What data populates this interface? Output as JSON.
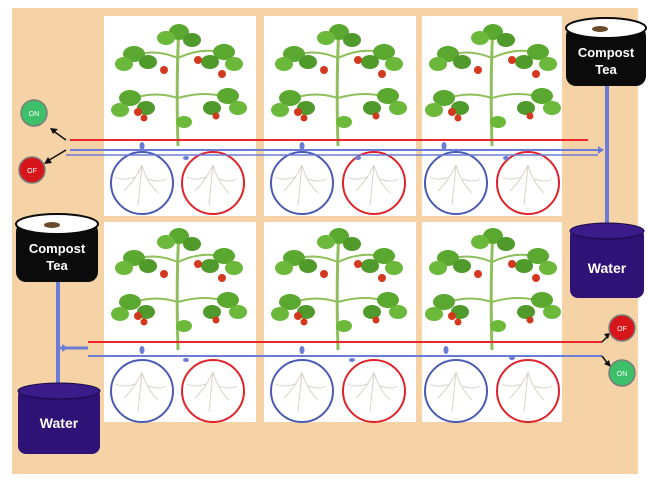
{
  "tanks": [
    {
      "id": "top-right-compost",
      "label_line1": "Compost",
      "label_line2": "Tea",
      "color": "#0b0b0b"
    },
    {
      "id": "top-right-water",
      "label": "Water",
      "color": "#2e1275"
    },
    {
      "id": "left-compost",
      "label_line1": "Compost",
      "label_line2": "Tea",
      "color": "#0b0b0b"
    },
    {
      "id": "left-water",
      "label": "Water",
      "color": "#2e1275"
    }
  ],
  "switches": {
    "upper_on": {
      "label": "ON",
      "color": "#3ec06a"
    },
    "upper_off": {
      "label": "OF",
      "color": "#d6161b"
    },
    "lower_off": {
      "label": "OF",
      "color": "#d6161b"
    },
    "lower_on": {
      "label": "ON",
      "color": "#3ec06a"
    }
  },
  "colors": {
    "background": "#f6d3a6",
    "compost_line": "#e8262b",
    "water_line": "#6c7bd6",
    "water_root_zone": "#4a5bb3",
    "compost_root_zone": "#e0232a",
    "leaf": "#5aa82f",
    "tomato": "#d23a1f"
  },
  "plants": {
    "count": 6,
    "icon": "tomato-plant-icon"
  }
}
